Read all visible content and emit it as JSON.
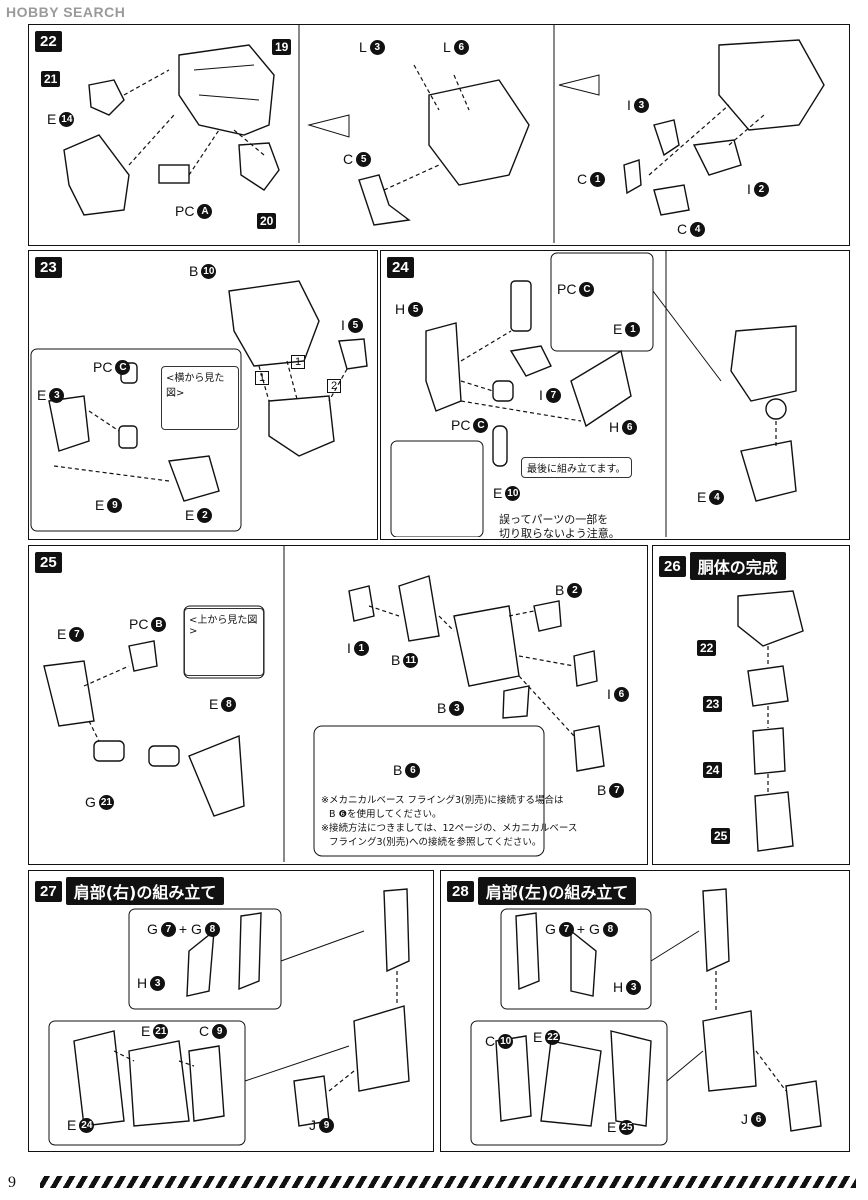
{
  "watermark": "HOBBY SEARCH",
  "page_number": "9",
  "steps": {
    "s22": {
      "num": "22",
      "labels": {
        "p21": "21",
        "e14": "14",
        "pca": "A",
        "p19": "19",
        "p20": "20",
        "l3": "3",
        "l6": "6",
        "c5": "5",
        "i3": "3",
        "c1": "1",
        "i2": "2",
        "c4": "4"
      }
    },
    "s23": {
      "num": "23",
      "side_view": "<横から見た図>",
      "b10": "10",
      "i5": "5",
      "pcc": "C",
      "e3": "3",
      "e9": "9",
      "e2": "2",
      "n1": "1",
      "n1b": "1",
      "n2": "2"
    },
    "s24": {
      "num": "24",
      "h5": "5",
      "pcc": "C",
      "e1": "1",
      "i7": "7",
      "pcc2": "C",
      "h6": "6",
      "e10": "10",
      "e4": "4",
      "last_note": "最後に組み立てます。",
      "caution_line1": "誤ってパーツの一部を",
      "caution_line2": "切り取らないよう注意。"
    },
    "s25": {
      "num": "25",
      "top_view": "<上から見た図>",
      "e7": "7",
      "pcb": "B",
      "e8": "8",
      "g21": "21",
      "i1": "1",
      "b11": "11",
      "b2": "2",
      "i6": "6",
      "b3": "3",
      "b6": "6",
      "b7": "7",
      "note1": "※メカニカルベース フライング3(別売)に接続する場合は",
      "note2": "B ❻を使用してください。",
      "note3": "※接続方法につきましては、12ページの、メカニカルベース",
      "note4": "フライング3(別売)への接続を参照してください。"
    },
    "s26": {
      "num": "26",
      "title": "胴体の完成",
      "chain": [
        "22",
        "23",
        "24",
        "25"
      ]
    },
    "s27": {
      "num": "27",
      "title": "肩部(右)の組み立て",
      "g7": "7",
      "g8": "8",
      "h3": "3",
      "e21": "21",
      "c9": "9",
      "e24": "24",
      "j9": "9"
    },
    "s28": {
      "num": "28",
      "title": "肩部(左)の組み立て",
      "g7": "7",
      "g8": "8",
      "h3": "3",
      "c10": "10",
      "e22": "22",
      "e25": "25",
      "j6": "6"
    }
  }
}
